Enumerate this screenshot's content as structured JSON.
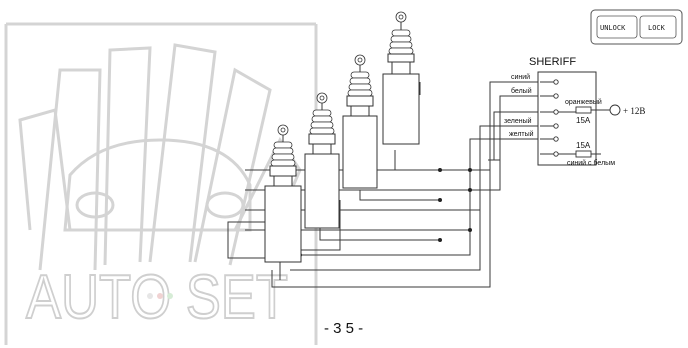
{
  "watermark": {
    "brand": "AUTO SET"
  },
  "module": {
    "title": "SHERIFF",
    "wires_left": [
      "синий",
      "белый",
      "зеленый",
      "желтый"
    ],
    "wires_right": {
      "top": "оранжевый",
      "bottom": "синий с белым"
    },
    "fuses": [
      "15A",
      "15A"
    ],
    "power": "+ 12В"
  },
  "remote": {
    "unlock_label": "UNLOCK",
    "lock_label": "LOCK"
  },
  "footer": {
    "page_number": "- 3 5 -"
  },
  "colors": {
    "line": "#3a3a3a",
    "watermark": "#d4d4d4"
  }
}
